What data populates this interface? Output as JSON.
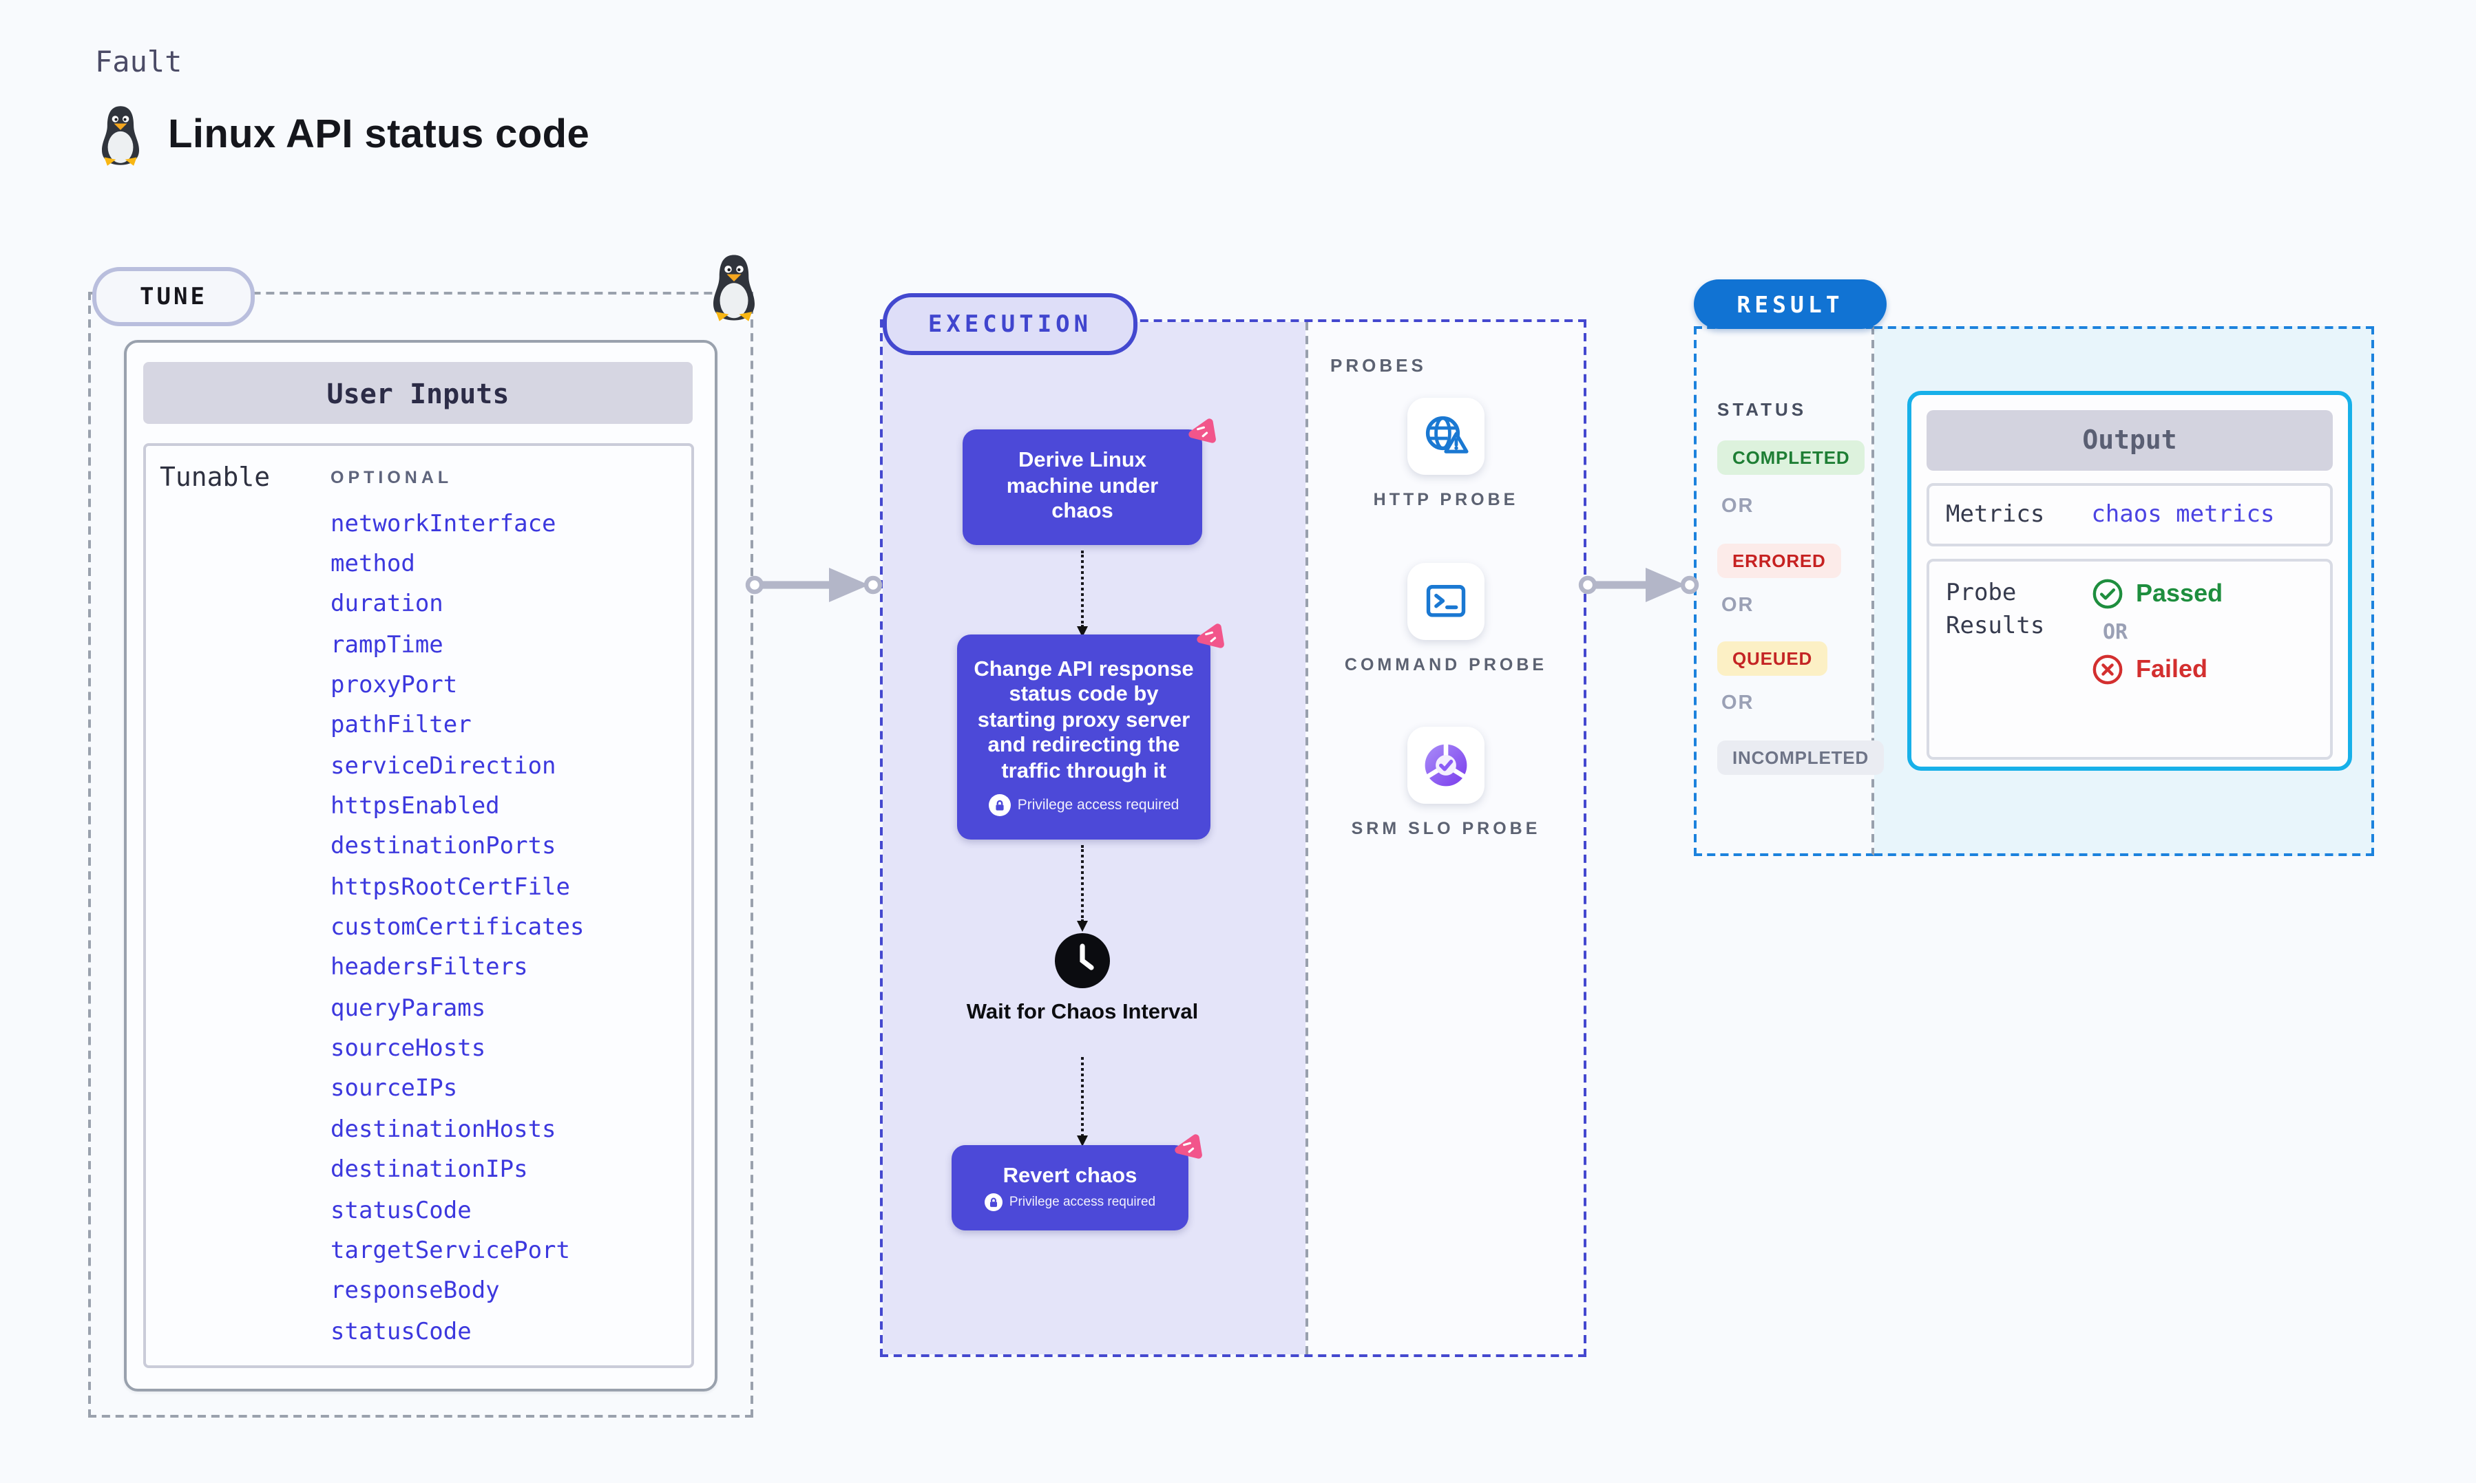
{
  "header": {
    "kicker": "Fault",
    "title": "Linux API status code"
  },
  "tune": {
    "pill_label": "TUNE",
    "panel_header": "User Inputs",
    "row_label": "Tunable",
    "optional_label": "OPTIONAL",
    "tunables": [
      "networkInterface",
      "method",
      "duration",
      "rampTime",
      "proxyPort",
      "pathFilter",
      "serviceDirection",
      "httpsEnabled",
      "destinationPorts",
      "httpsRootCertFile",
      "customCertificates",
      "headersFilters",
      "queryParams",
      "sourceHosts",
      "sourceIPs",
      "destinationHosts",
      "destinationIPs",
      "statusCode",
      "targetServicePort",
      "responseBody",
      "statusCode"
    ]
  },
  "execution": {
    "pill_label": "EXECUTION",
    "node1": "Derive Linux machine under chaos",
    "node2": "Change API response status code by starting proxy server and redirecting the traffic through it",
    "privilege_label": "Privilege access required",
    "wait_label": "Wait for Chaos Interval",
    "revert_label": "Revert chaos"
  },
  "probes": {
    "section_label": "PROBES",
    "items": [
      {
        "label": "HTTP PROBE",
        "icon": "globe-alert-icon"
      },
      {
        "label": "COMMAND PROBE",
        "icon": "terminal-icon"
      },
      {
        "label": "SRM SLO PROBE",
        "icon": "slo-gauge-icon"
      }
    ]
  },
  "result": {
    "pill_label": "RESULT",
    "status_label": "STATUS",
    "or_label": "OR",
    "statuses": [
      {
        "label": "COMPLETED"
      },
      {
        "label": "ERRORED"
      },
      {
        "label": "QUEUED"
      },
      {
        "label": "INCOMPLETED"
      }
    ],
    "output": {
      "header": "Output",
      "metrics_label": "Metrics",
      "metrics_value": "chaos metrics",
      "probe_results_label": "Probe Results",
      "passed_label": "Passed",
      "failed_label": "Failed"
    }
  },
  "colors": {
    "background": "#F8FAFD",
    "node_indigo": "#4C49D8",
    "execution_fill": "#E4E4F9",
    "execution_border": "#4348CF",
    "badge_pink": "#F2558B",
    "tunable_link_blue": "#3C38DE",
    "result_blue": "#1173D3",
    "result_dash_blue": "#1C82DD",
    "output_border_cyan": "#17B0E9",
    "output_fill_cyan": "#E8F5FB",
    "completed_green": "#1E7E34",
    "errored_red": "#C62121",
    "queued_bg_yellow": "#FCF0C5",
    "incompleted_gray": "#6E7487",
    "passed_green": "#1E8E3E",
    "failed_red": "#D32F2F",
    "probe_icon_blue": "#1A78D2"
  }
}
